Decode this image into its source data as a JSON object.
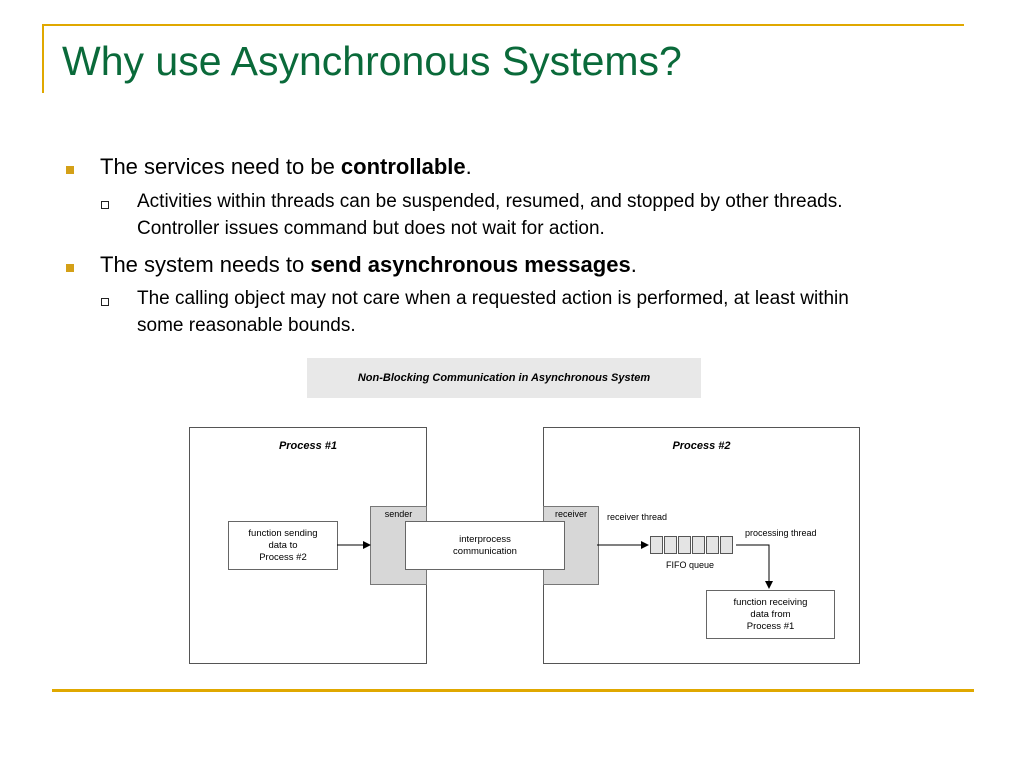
{
  "slide": {
    "title": "Why use Asynchronous Systems?"
  },
  "bullets": [
    {
      "prefix": "The services need to be ",
      "bold": "controllable",
      "suffix": ".",
      "sub": "Activities within threads can be suspended, resumed, and stopped by other threads.  Controller issues command but does not wait for action."
    },
    {
      "prefix": "The system needs to ",
      "bold": "send asynchronous messages",
      "suffix": ".",
      "sub": "The calling object may not care when a requested action is performed, at least within some reasonable bounds."
    }
  ],
  "diagram": {
    "caption": "Non-Blocking Communication in Asynchronous System",
    "process1_label": "Process #1",
    "process2_label": "Process #2",
    "sender_label": "sender",
    "receiver_label": "receiver",
    "func_send": [
      "function sending",
      "data to",
      "Process #2"
    ],
    "interprocess": [
      "interprocess",
      "communication"
    ],
    "receiver_thread": "receiver thread",
    "processing_thread": "processing thread",
    "fifo_label": "FIFO queue",
    "func_recv": [
      "function receiving",
      "data from",
      "Process #1"
    ]
  },
  "colors": {
    "title": "#0a6a3a",
    "accent_rule": "#e0a800",
    "bullet": "#d4a017"
  }
}
